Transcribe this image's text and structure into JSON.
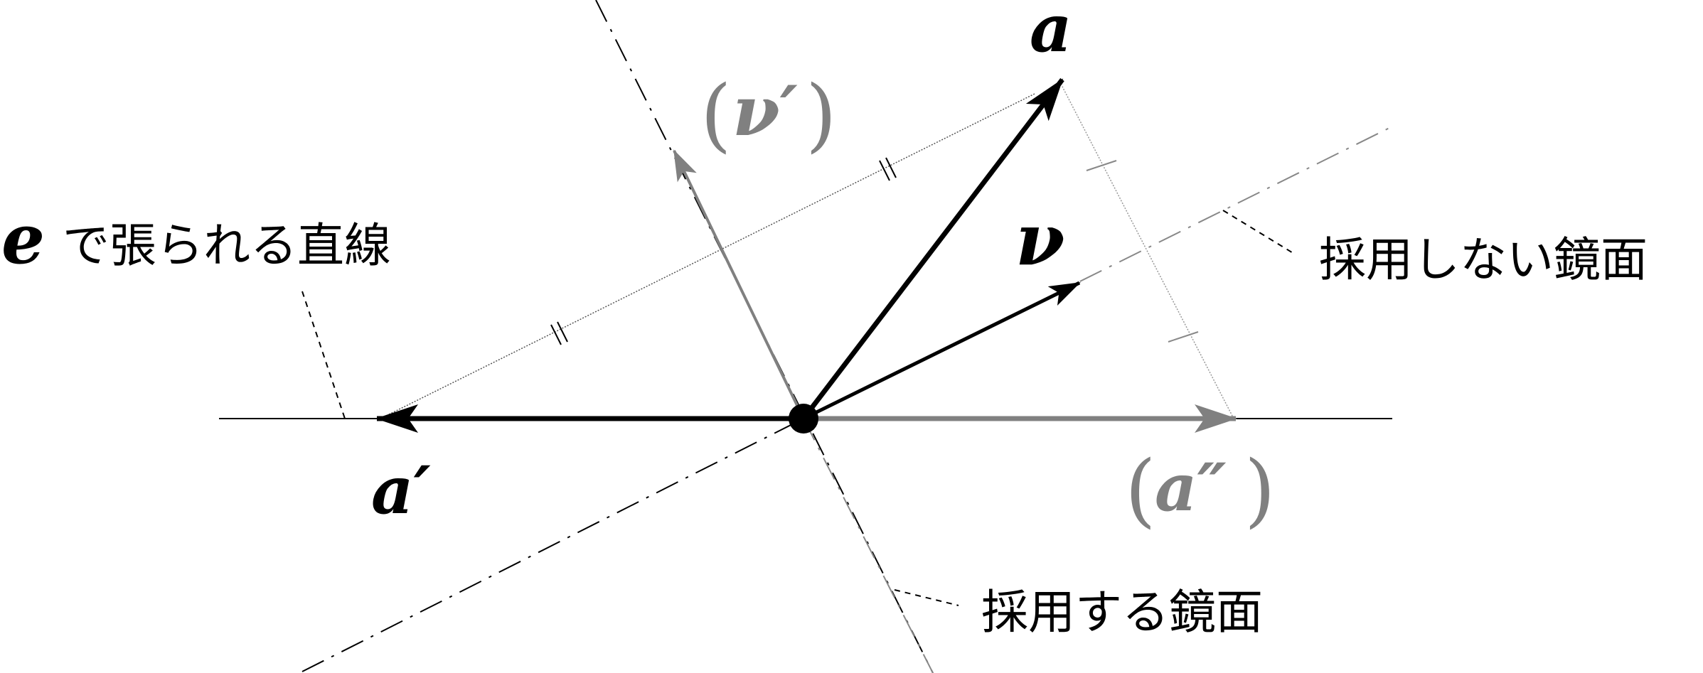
{
  "labels": {
    "a": "a",
    "a_prime": "a′",
    "a_double_prime": "a″",
    "nu": "ν",
    "nu_prime": "ν′",
    "e": "e",
    "paren_open": "(",
    "paren_close": ")"
  },
  "annotations": {
    "line_spanned_by_e": "で張られる直線",
    "unused_mirror": "採用しない鏡面",
    "used_mirror": "採用する鏡面"
  },
  "colors": {
    "primary": "#000000",
    "secondary": "#808080",
    "guide": "#999999"
  }
}
